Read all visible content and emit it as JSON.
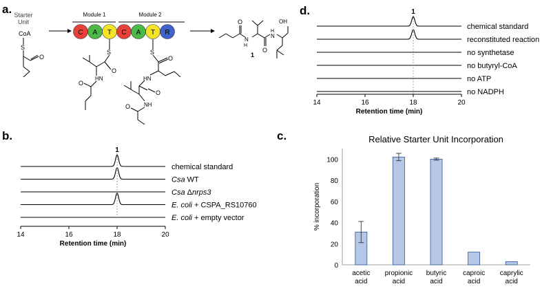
{
  "figure": {
    "panel_labels": {
      "a": "a.",
      "b": "b.",
      "c": "c.",
      "d": "d."
    }
  },
  "scheme": {
    "starter_unit_label_line1": "Starter",
    "starter_unit_label_line2": "Unit",
    "coa_label": "CoA",
    "module1_label": "Module 1",
    "module2_label": "Module 2",
    "product_label": "1",
    "module1_domains": [
      {
        "letter": "C",
        "color": "#e8413a"
      },
      {
        "letter": "A",
        "color": "#4cb848"
      },
      {
        "letter": "T",
        "color": "#f5e32a"
      }
    ],
    "module2_domains": [
      {
        "letter": "C",
        "color": "#e8413a"
      },
      {
        "letter": "A",
        "color": "#4cb848"
      },
      {
        "letter": "T",
        "color": "#f5e32a"
      },
      {
        "letter": "R",
        "color": "#3f63c8"
      }
    ]
  },
  "chart_data": [
    {
      "panel": "b",
      "type": "line",
      "xlabel": "Retention time (min)",
      "xlim": [
        14,
        20
      ],
      "x_ticks": [
        "14",
        "16",
        "18",
        "20"
      ],
      "peak_label": "1",
      "peak_x": 18,
      "series": [
        {
          "name": "chemical standard",
          "name_parts": [
            {
              "text": "chemical standard",
              "italic": false
            }
          ],
          "peak_height": 1.0
        },
        {
          "name": "Csa WT",
          "name_parts": [
            {
              "text": "Csa",
              "italic": true
            },
            {
              "text": " WT",
              "italic": false
            }
          ],
          "peak_height": 1.0
        },
        {
          "name": "Csa Δnrps3",
          "name_parts": [
            {
              "text": "Csa",
              "italic": true
            },
            {
              "text": " Δ",
              "italic": false
            },
            {
              "text": "nrps3",
              "italic": true
            }
          ],
          "peak_height": 0
        },
        {
          "name": "E. coli + CSPA_RS10760",
          "name_parts": [
            {
              "text": "E. coli",
              "italic": true
            },
            {
              "text": " + CSPA_RS10760",
              "italic": false
            }
          ],
          "peak_height": 1.0
        },
        {
          "name": "E. coli + empty vector",
          "name_parts": [
            {
              "text": "E. coli",
              "italic": true
            },
            {
              "text": " + empty vector",
              "italic": false
            }
          ],
          "peak_height": 0
        }
      ]
    },
    {
      "panel": "c",
      "type": "bar",
      "title": "Relative Starter Unit Incorporation",
      "ylabel": "% incorporation",
      "ylim": [
        0,
        110
      ],
      "y_ticks": [
        "0",
        "20",
        "40",
        "60",
        "80",
        "100"
      ],
      "categories": [
        {
          "line1": "acetic",
          "line2": "acid"
        },
        {
          "line1": "propionic",
          "line2": "acid"
        },
        {
          "line1": "butyric",
          "line2": "acid"
        },
        {
          "line1": "caproic",
          "line2": "acid"
        },
        {
          "line1": "caprylic",
          "line2": "acid"
        }
      ],
      "values": [
        31,
        102,
        100,
        12,
        3
      ],
      "errors": [
        10,
        3.5,
        1,
        0,
        0
      ],
      "bar_color": "#b4c7e7",
      "bar_edge": "#2e5597"
    },
    {
      "panel": "d",
      "type": "line",
      "xlabel": "Retention time (min)",
      "xlim": [
        14,
        20
      ],
      "x_ticks": [
        "14",
        "16",
        "18",
        "20"
      ],
      "peak_label": "1",
      "peak_x": 18,
      "series": [
        {
          "name": "chemical standard",
          "name_parts": [
            {
              "text": "chemical standard",
              "italic": false
            }
          ],
          "peak_height": 1.0
        },
        {
          "name": "reconstituted reaction",
          "name_parts": [
            {
              "text": "reconstituted reaction",
              "italic": false
            }
          ],
          "peak_height": 1.0
        },
        {
          "name": "no synthetase",
          "name_parts": [
            {
              "text": "no synthetase",
              "italic": false
            }
          ],
          "peak_height": 0
        },
        {
          "name": "no butyryl-CoA",
          "name_parts": [
            {
              "text": "no butyryl-CoA",
              "italic": false
            }
          ],
          "peak_height": 0
        },
        {
          "name": "no ATP",
          "name_parts": [
            {
              "text": "no ATP",
              "italic": false
            }
          ],
          "peak_height": 0
        },
        {
          "name": "no NADPH",
          "name_parts": [
            {
              "text": "no NADPH",
              "italic": false
            }
          ],
          "peak_height": 0
        }
      ]
    }
  ]
}
